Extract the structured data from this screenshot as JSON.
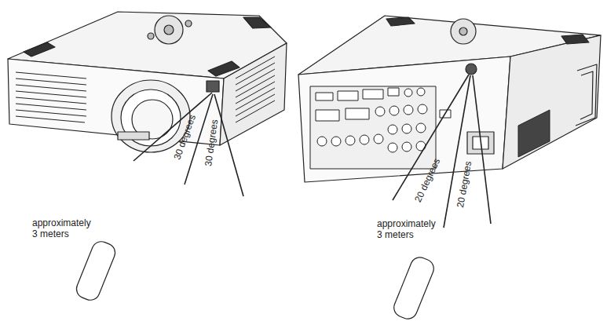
{
  "diagram": {
    "labels": [
      "30 degrees",
      "30 degrees",
      "approximately 3 meters",
      "20 degrees",
      "20 degrees",
      "approximately 3 meters"
    ]
  }
}
